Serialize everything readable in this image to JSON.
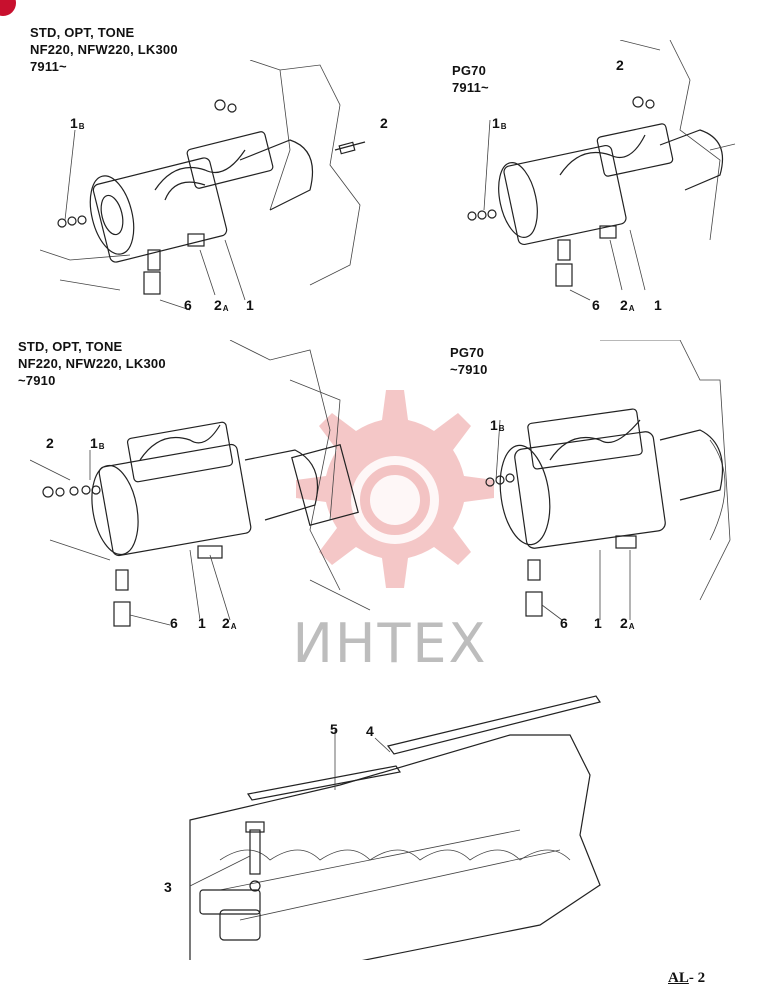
{
  "sections": {
    "top_left": {
      "lines": [
        "STD, OPT, TONE",
        "NF220, NFW220, LK300",
        "7911~"
      ]
    },
    "top_right": {
      "lines": [
        "PG70",
        "7911~"
      ]
    },
    "mid_left": {
      "lines": [
        "STD, OPT, TONE",
        "NF220, NFW220, LK300",
        "~7910"
      ]
    },
    "mid_right": {
      "lines": [
        "PG70",
        "~7910"
      ]
    }
  },
  "callouts": {
    "tl_1b": "1",
    "tl_1b_sub": "B",
    "tl_2": "2",
    "tl_6": "6",
    "tl_2a": "2",
    "tl_2a_sub": "A",
    "tl_1": "1",
    "tr_2": "2",
    "tr_1b": "1",
    "tr_1b_sub": "B",
    "tr_6": "6",
    "tr_2a": "2",
    "tr_2a_sub": "A",
    "tr_1": "1",
    "ml_2": "2",
    "ml_1b": "1",
    "ml_1b_sub": "B",
    "ml_6": "6",
    "ml_1": "1",
    "ml_2a": "2",
    "ml_2a_sub": "A",
    "mr_1b": "1",
    "mr_1b_sub": "B",
    "mr_6": "6",
    "mr_1": "1",
    "mr_2a": "2",
    "mr_2a_sub": "A",
    "bot_5": "5",
    "bot_4": "4",
    "bot_3": "3"
  },
  "watermark": {
    "text": "ИНТЕХ",
    "color": "#e8a0a0"
  },
  "page_code": {
    "prefix": "AL",
    "suffix": "- 2"
  },
  "colors": {
    "badge": "#c8102e",
    "ink": "#222222"
  }
}
